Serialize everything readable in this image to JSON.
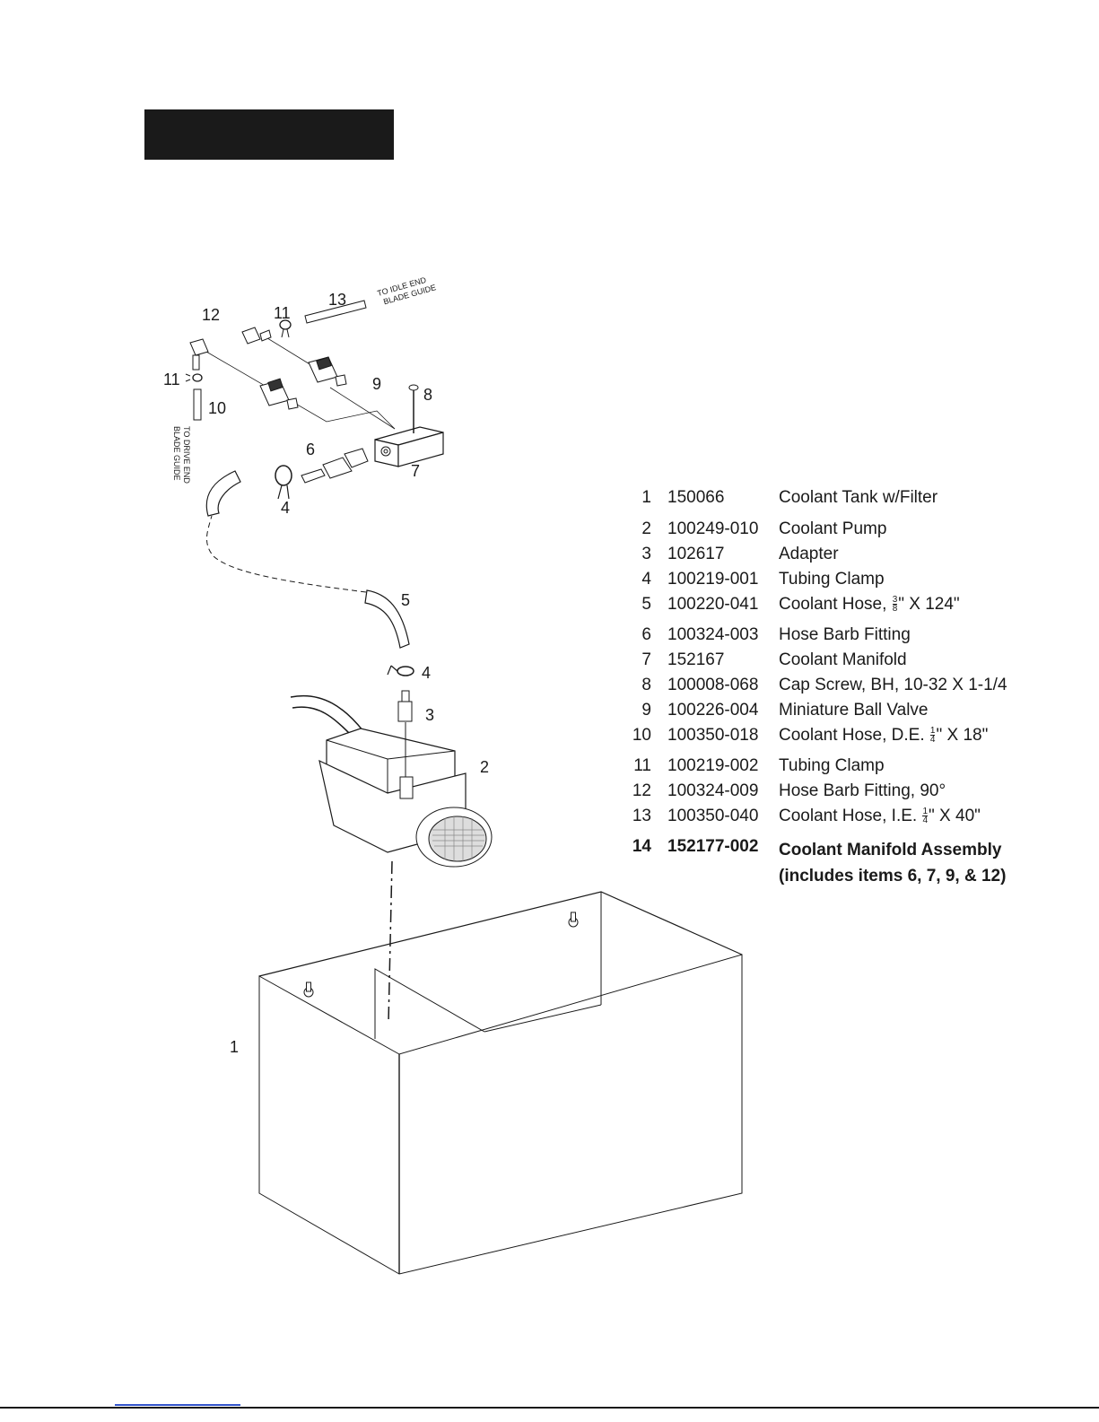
{
  "callouts": {
    "c1": "1",
    "c2": "2",
    "c3": "3",
    "c4a": "4",
    "c4b": "4",
    "c5": "5",
    "c6": "6",
    "c7": "7",
    "c8": "8",
    "c9": "9",
    "c10": "10",
    "c11a": "11",
    "c11b": "11",
    "c12": "12",
    "c13": "13"
  },
  "notes": {
    "idle_1": "TO IDLE END",
    "idle_2": "BLADE GUIDE",
    "drive_1": "TO DRIVE END",
    "drive_2": "BLADE GUIDE"
  },
  "parts": [
    {
      "num": "1",
      "pn": "150066",
      "desc": "Coolant Tank w/Filter"
    },
    {
      "num": "2",
      "pn": "100249-010",
      "desc": "Coolant Pump"
    },
    {
      "num": "3",
      "pn": "102617",
      "desc": "Adapter"
    },
    {
      "num": "4",
      "pn": "100219-001",
      "desc": "Tubing Clamp"
    },
    {
      "num": "5",
      "pn": "100220-041",
      "desc_a": "Coolant Hose, ",
      "frac_top": "3",
      "frac_bot": "8",
      "desc_b": "\" X 124\""
    },
    {
      "num": "6",
      "pn": "100324-003",
      "desc": "Hose Barb Fitting"
    },
    {
      "num": "7",
      "pn": "152167",
      "desc": "Coolant Manifold"
    },
    {
      "num": "8",
      "pn": "100008-068",
      "desc": "Cap Screw, BH, 10-32 X 1-1/4"
    },
    {
      "num": "9",
      "pn": "100226-004",
      "desc": "Miniature Ball Valve"
    },
    {
      "num": "10",
      "pn": "100350-018",
      "desc_a": "Coolant Hose, D.E. ",
      "frac_top": "1",
      "frac_bot": "4",
      "desc_b": "\" X 18\""
    },
    {
      "num": "11",
      "pn": "100219-002",
      "desc": "Tubing Clamp"
    },
    {
      "num": "12",
      "pn": "100324-009",
      "desc": "Hose Barb Fitting, 90°"
    },
    {
      "num": "13",
      "pn": "100350-040",
      "desc_a": "Coolant Hose, I.E. ",
      "frac_top": "1",
      "frac_bot": "4",
      "desc_b": "\" X 40\""
    },
    {
      "num": "14",
      "pn": "152177-002",
      "desc_line1": "Coolant Manifold Assembly",
      "desc_line2": "(includes items  6, 7, 9, & 12)"
    }
  ]
}
